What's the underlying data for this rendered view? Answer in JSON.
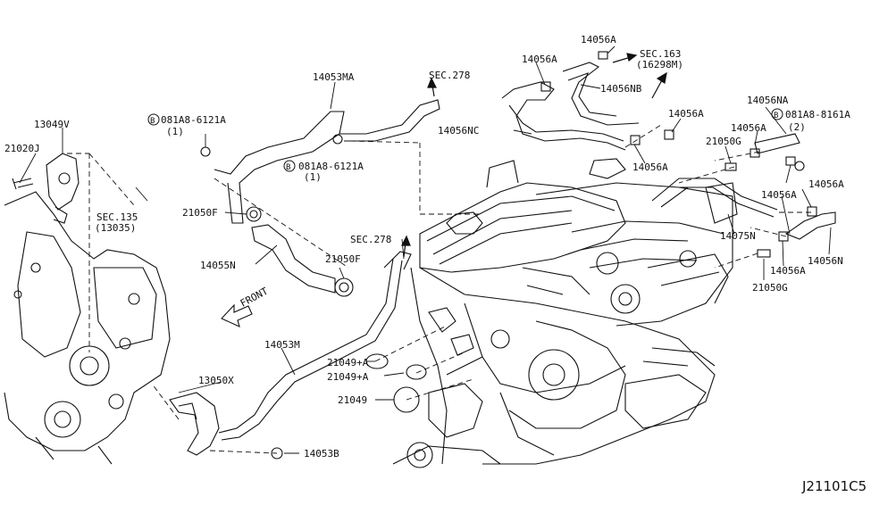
{
  "labels": {
    "l_14056A_top": "14056A",
    "l_sec163": "SEC.163",
    "l_16298M": "(16298M)",
    "l_14056A_2": "14056A",
    "l_14053MA": "14053MA",
    "l_sec278_top": "SEC.278",
    "l_14056NB": "14056NB",
    "l_14056NA": "14056NA",
    "l_b081A8_8161A": "081A8-8161A",
    "l_paren2": "(2)",
    "l_13049V": "13049V",
    "l_b081A8_6121A": "081A8-6121A",
    "l_paren1": "(1)",
    "l_14056NC": "14056NC",
    "l_14056A_3": "14056A",
    "l_14056A_4": "14056A",
    "l_21050G_top": "21050G",
    "l_21020J": "21020J",
    "l_b081A8_6121A_2": "081A8-6121A",
    "l_paren1_2": "(1)",
    "l_14056A_5": "14056A",
    "l_14056A_6": "14056A",
    "l_14056A_7": "14056A",
    "l_sec135": "SEC.135",
    "l_13035": "(13035)",
    "l_21050F_1": "21050F",
    "l_sec278_mid": "SEC.278",
    "l_14075N": "14075N",
    "l_14056N": "14056N",
    "l_14056A_8": "14056A",
    "l_21050F_2": "21050F",
    "l_14055N": "14055N",
    "l_21050G_bot": "21050G",
    "l_front": "FRONT",
    "l_14053M": "14053M",
    "l_21049A_1": "21049+A",
    "l_21049A_2": "21049+A",
    "l_13050X": "13050X",
    "l_21049": "21049",
    "l_14053B": "14053B",
    "diagram_code": "J21101C5",
    "bolt_symbol": "B"
  }
}
